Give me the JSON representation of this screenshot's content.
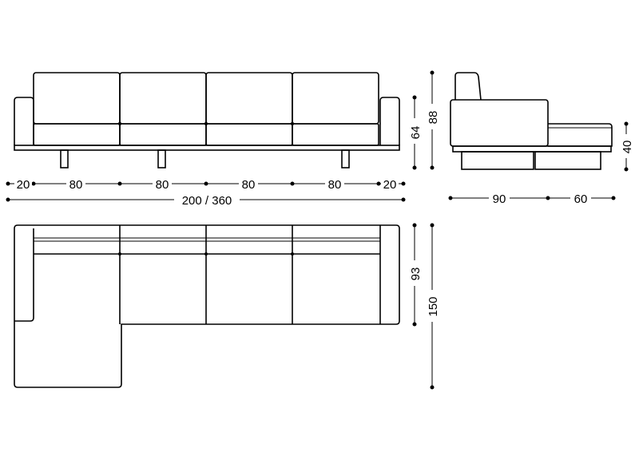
{
  "front_view": {
    "dims": {
      "seg1": "20",
      "seg2": "80",
      "seg3": "80",
      "seg4": "80",
      "seg5": "80",
      "seg6": "20",
      "total": "200 / 360",
      "seat_height": "64",
      "total_height": "88"
    }
  },
  "side_view": {
    "dims": {
      "depth": "90",
      "chaise_extension": "60",
      "chaise_height": "40"
    }
  },
  "top_view": {
    "dims": {
      "seat_depth": "93",
      "chaise_depth": "150"
    }
  }
}
